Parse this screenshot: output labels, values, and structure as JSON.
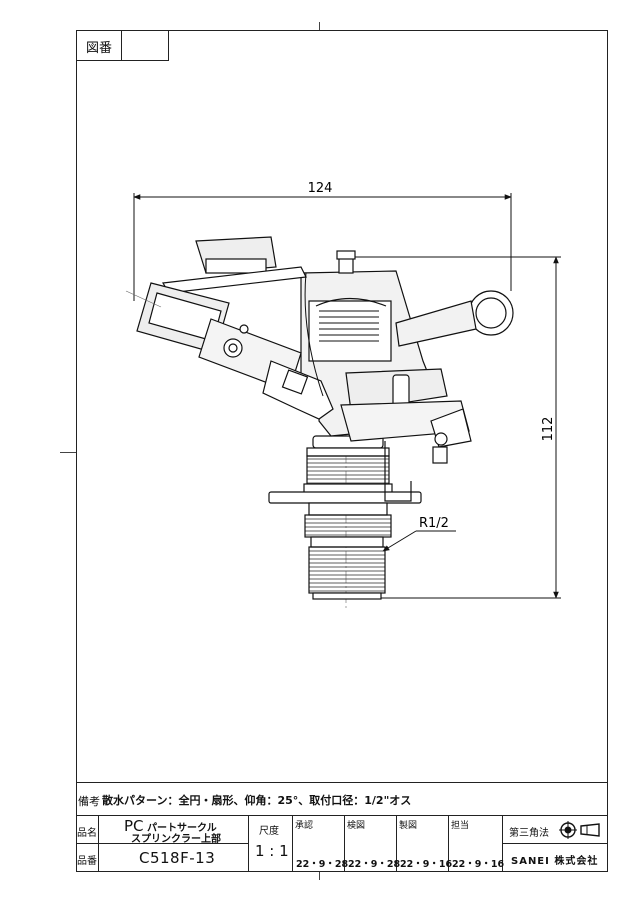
{
  "header": {
    "drawing_no_label": "図番",
    "drawing_no_value": ""
  },
  "dimensions": {
    "width": "124",
    "height": "112",
    "thread": "R1/2"
  },
  "remarks": {
    "label": "備考",
    "text": "散水パターン：全円・扇形、仰角：25°、取付口径：1/2\"オス"
  },
  "title_block": {
    "name_label": "品名",
    "name_prefix": "PC",
    "name_line1": "パートサークル",
    "name_line2": "スプリンクラー上部",
    "number_label": "品番",
    "number_value": "C518F-13",
    "scale_label": "尺度",
    "scale_value": "1 : 1",
    "approved_label": "承認",
    "approved_date": "22・9・28",
    "checked_label": "検図",
    "checked_date": "22・9・28",
    "drawn_label": "製図",
    "drawn_date": "22・9・16",
    "charge_label": "担当",
    "charge_date": "22・9・16",
    "projection_label": "第三角法",
    "company": "SANEI 株式会社"
  }
}
